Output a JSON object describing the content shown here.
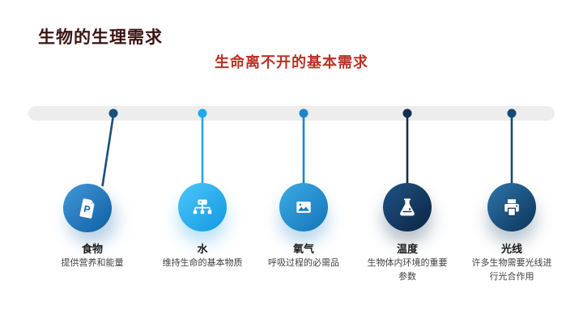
{
  "slide": {
    "title": "生物的生理需求",
    "subtitle": "生命离不开的基本需求"
  },
  "colors": {
    "background": "#ffffff",
    "title_text": "#3a1512",
    "subtitle_text": "#bb3227",
    "timeline_bar": "#ededee",
    "dot_1": "#1a4f7e",
    "dot_2": "#1ea9ec",
    "dot_3": "#1d86ca",
    "dot_4": "#12304f",
    "dot_5": "#154a75",
    "circle_1": "#1463a8",
    "circle_2": "#189de4",
    "circle_3": "#1879bd",
    "circle_4": "#0d2948",
    "circle_5": "#0f3a60"
  },
  "items": [
    {
      "name": "食物",
      "desc": "提供营养和能量",
      "icon": "document-icon"
    },
    {
      "name": "水",
      "desc": "维持生命的基本物质",
      "icon": "sitemap-icon"
    },
    {
      "name": "氧气",
      "desc": "呼吸过程的必需品",
      "icon": "image-icon"
    },
    {
      "name": "温度",
      "desc": "生物体内环境的重要参数",
      "icon": "flask-icon"
    },
    {
      "name": "光线",
      "desc": "许多生物需要光线进行光合作用",
      "icon": "printer-icon"
    }
  ]
}
